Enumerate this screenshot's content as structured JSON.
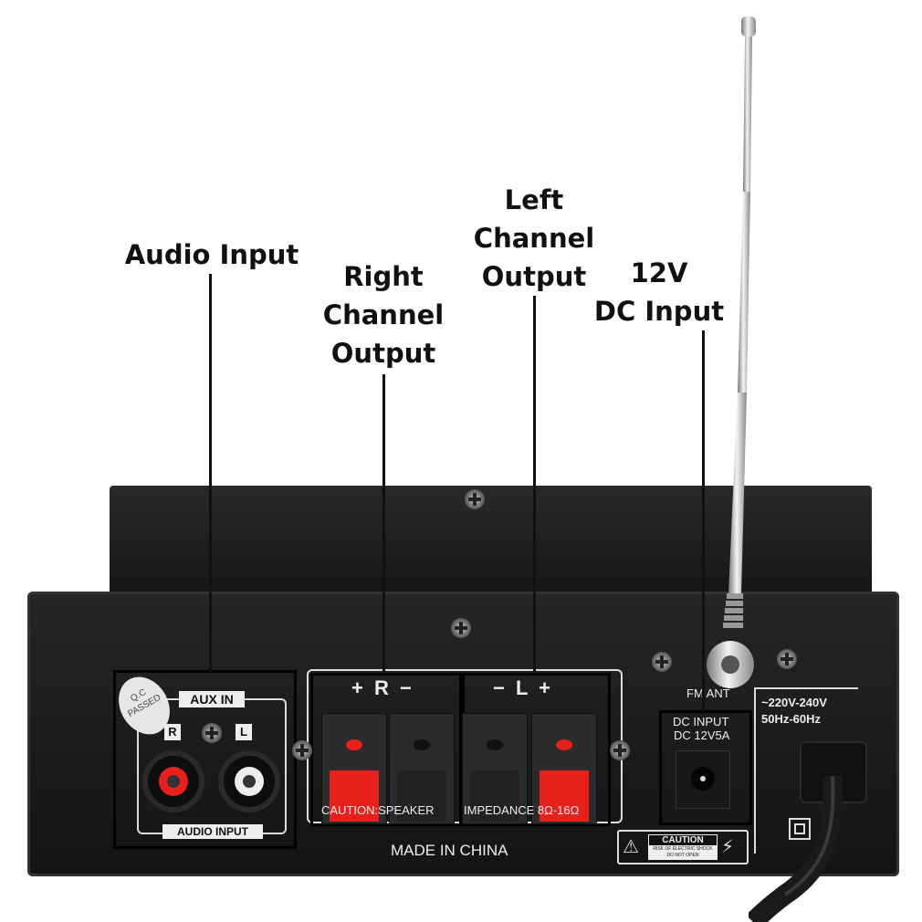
{
  "callouts": {
    "audio_input": "Audio Input",
    "right_output": [
      "Right",
      "Channel",
      "Output"
    ],
    "left_output": [
      "Left",
      "Channel",
      "Output"
    ],
    "dc_input": [
      "12V",
      "DC Input"
    ]
  },
  "panel": {
    "qc_sticker": [
      "Q.C",
      "PASSED"
    ],
    "aux_in": "AUX IN",
    "rca_r": "R",
    "rca_l": "L",
    "audio_input": "AUDIO INPUT",
    "speaker_right": "+ R −",
    "speaker_left": "− L +",
    "caution_speaker": "CAUTION:SPEAKER",
    "impedance": "IMPEDANCE 8Ω-16Ω",
    "made_in": "MADE IN CHINA",
    "fm_ant": "FM ANT",
    "dc_input": "DC INPUT",
    "dc_rating": "DC 12V5A",
    "ac_voltage": "~220V-240V",
    "ac_freq": "50Hz-60Hz",
    "caution_title": "CAUTION",
    "caution_text1": "RISK OF ELECTRIC SHOCK",
    "caution_text2": "DO NOT OPEN"
  },
  "colors": {
    "red": "#e8201c",
    "panel": "#1c1c1c"
  }
}
